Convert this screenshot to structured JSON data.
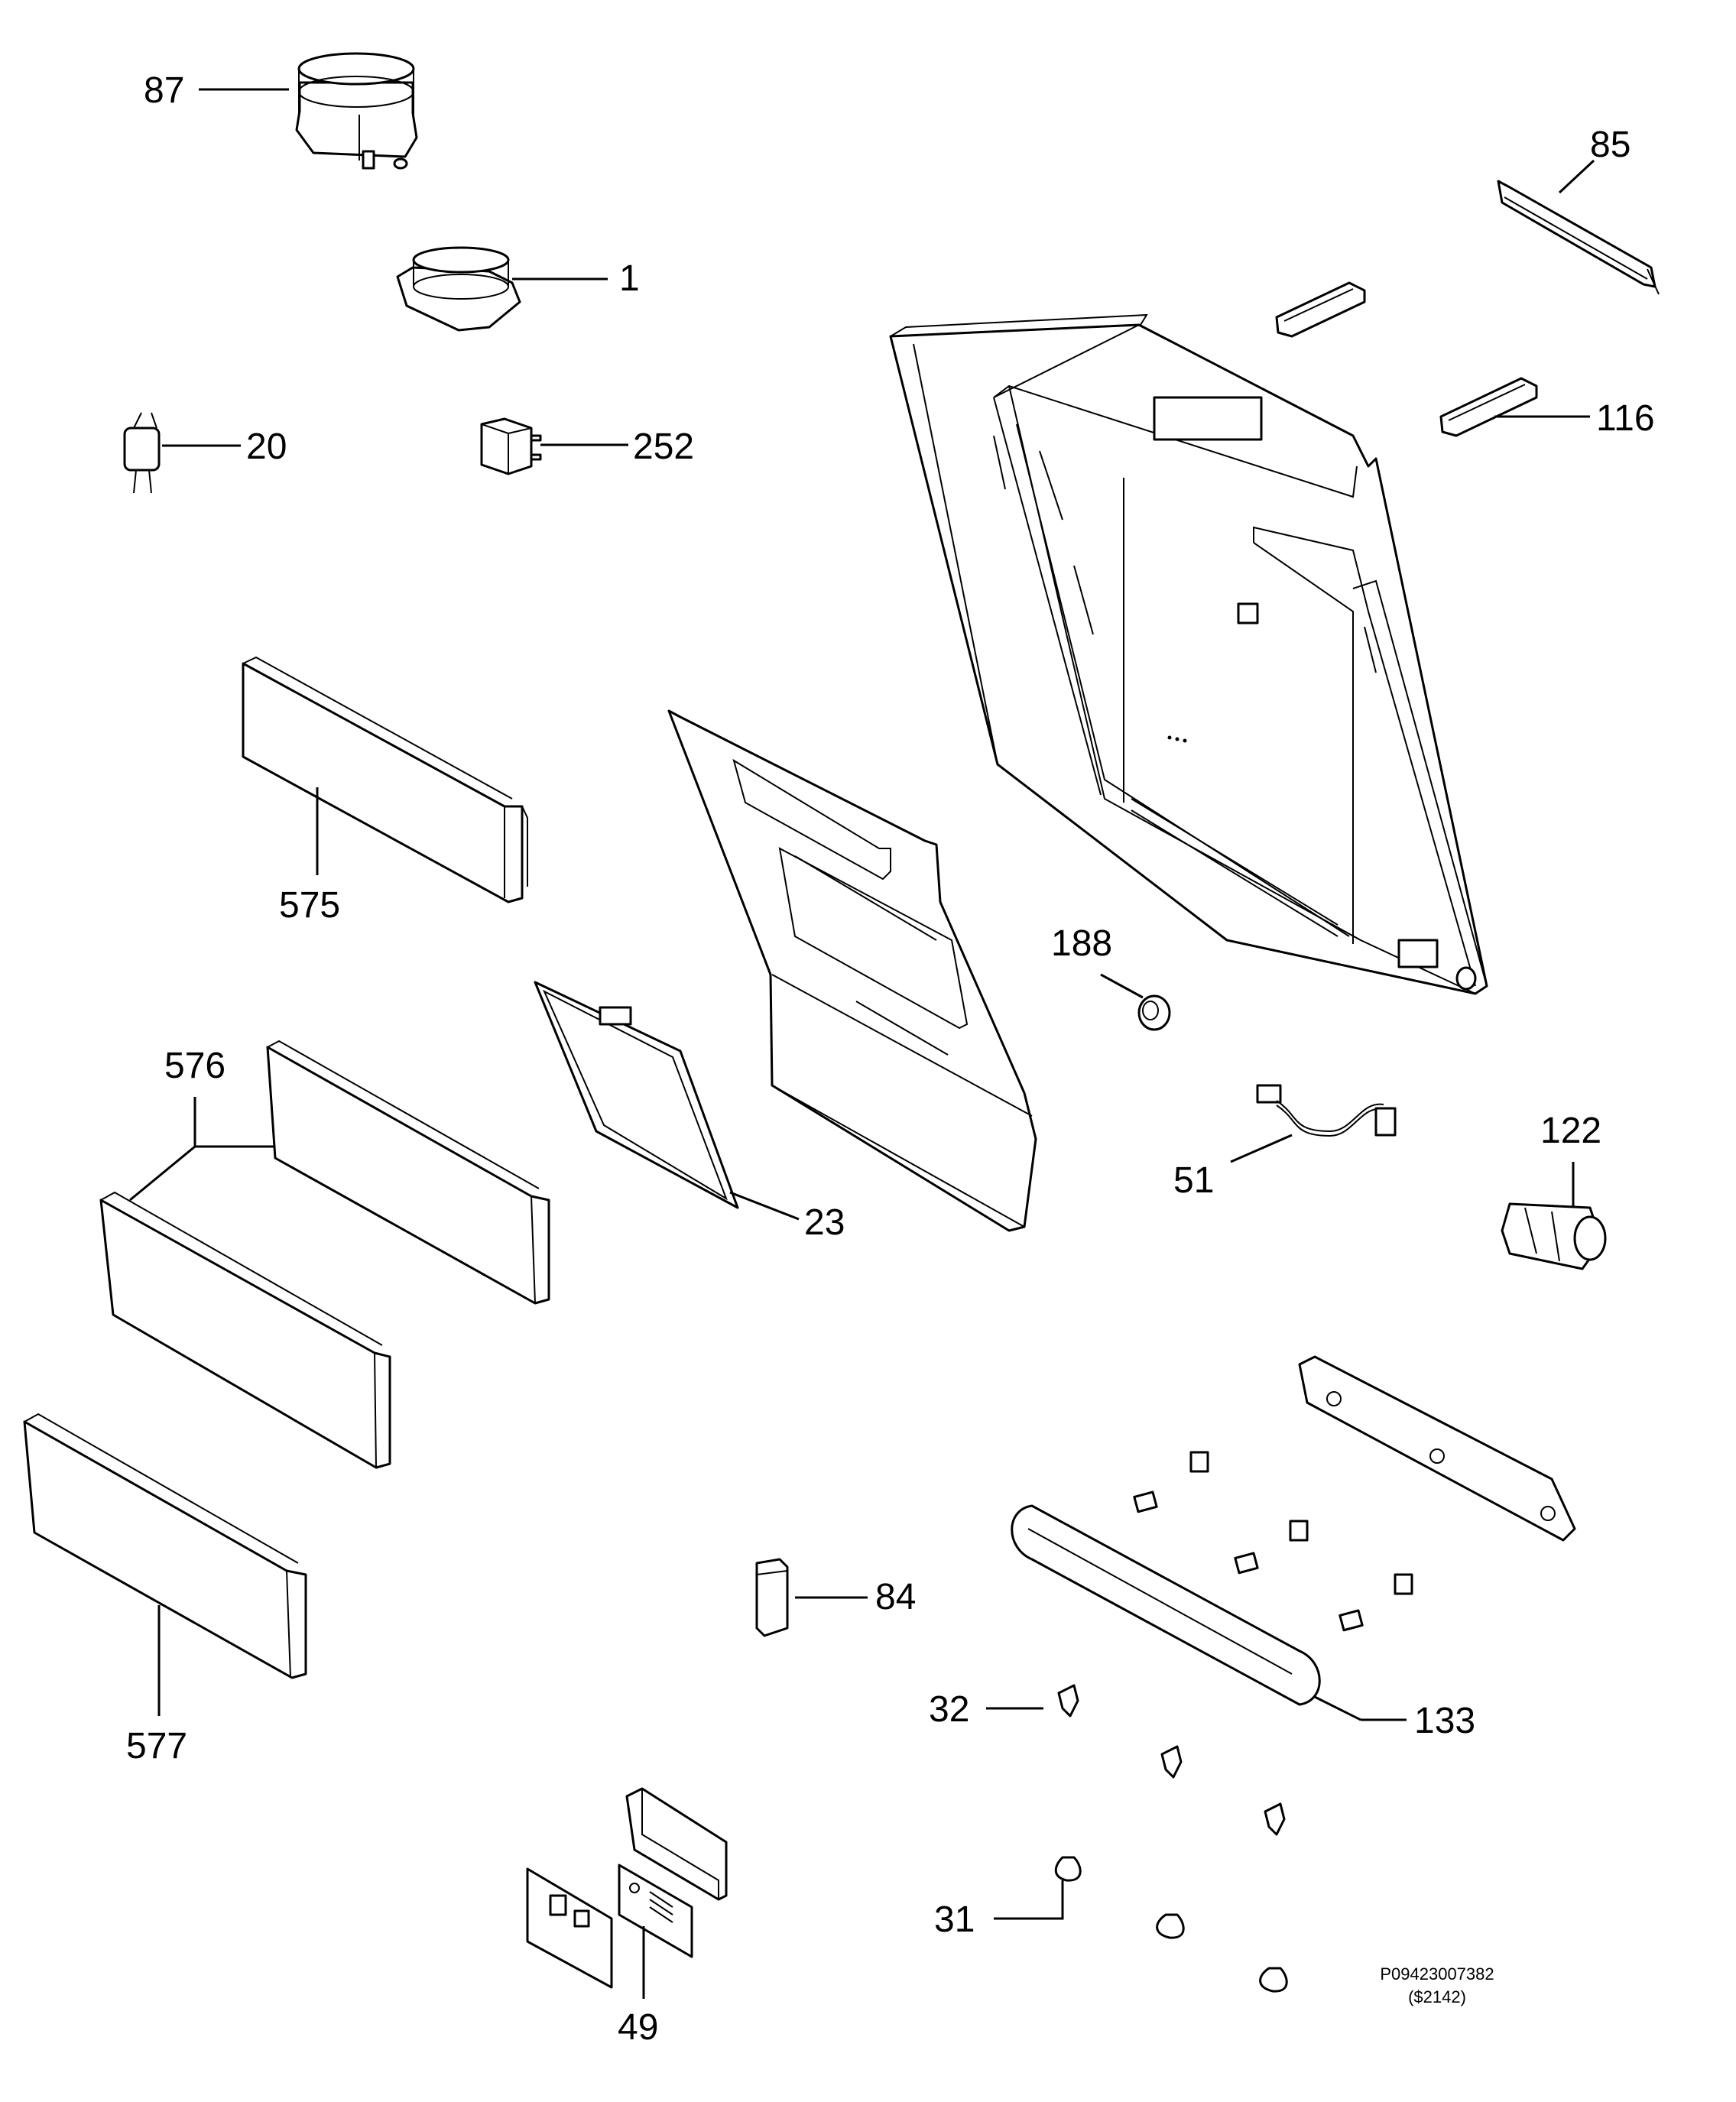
{
  "diagram": {
    "parts": {
      "p87": "87",
      "p1": "1",
      "p85": "85",
      "p20": "20",
      "p252": "252",
      "p116": "116",
      "p575": "575",
      "p188": "188",
      "p576": "576",
      "p122": "122",
      "p51": "51",
      "p23": "23",
      "p84": "84",
      "p577": "577",
      "p32": "32",
      "p133": "133",
      "p31": "31",
      "p49": "49"
    },
    "reference": {
      "code": "P09423007382",
      "sub": "($2142)"
    }
  }
}
